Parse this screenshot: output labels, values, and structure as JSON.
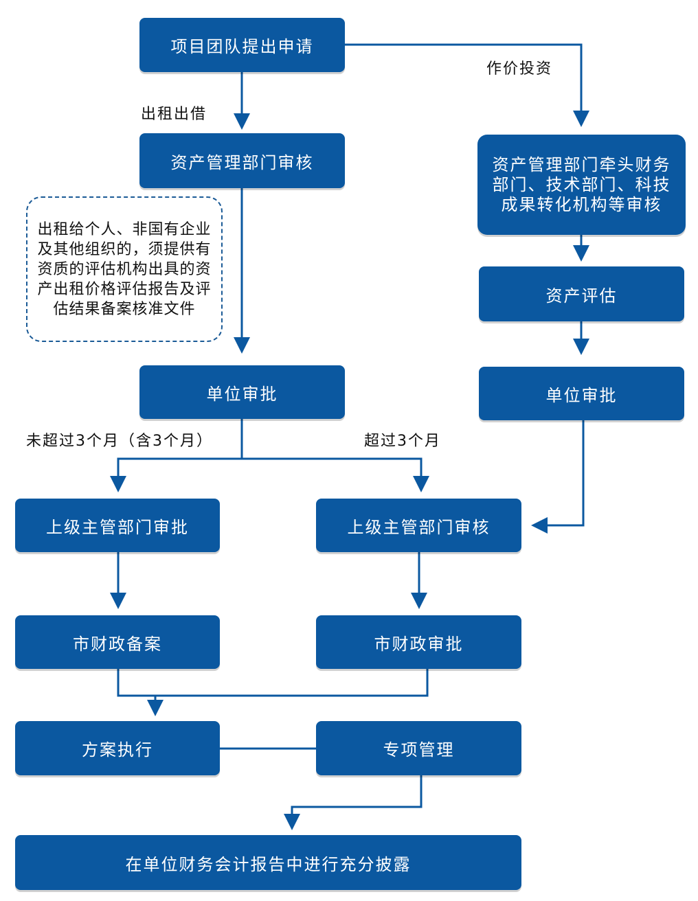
{
  "colors": {
    "box": "#0b58a0",
    "line": "#0b58a0",
    "text_on_box": "#ffffff",
    "label": "#111111",
    "note_border": "#1a5a96"
  },
  "nodes": {
    "apply": "项目团队提出申请",
    "review_left": "资产管理部门审核",
    "review_right": "资产管理部门牵头财务部门、技术部门、科技成果转化机构等审核",
    "evaluation": "资产评估",
    "unit_approval_left": "单位审批",
    "unit_approval_right": "单位审批",
    "superior_approval": "上级主管部门审批",
    "superior_review": "上级主管部门审核",
    "finance_filing": "市财政备案",
    "finance_approval": "市财政审批",
    "plan_execution": "方案执行",
    "special_management": "专项管理",
    "disclosure": "在单位财务会计报告中进行充分披露"
  },
  "edge_labels": {
    "lease": "出租出借",
    "investment": "作价投资",
    "within_3_months": "未超过3个月（含3个月）",
    "over_3_months": "超过3个月"
  },
  "note": "出租给个人、非国有企业及其他组织的，须提供有资质的评估机构出具的资产出租价格评估报告及评估结果备案核准文件"
}
